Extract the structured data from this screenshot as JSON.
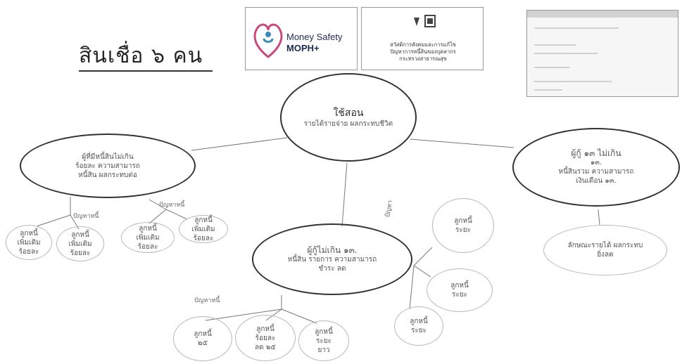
{
  "title": "สินเชื่อ ๖ คน",
  "logos": {
    "money_safety": {
      "line1": "Money Safety",
      "line2": "MOPH+"
    },
    "office": {
      "lines": [
        "สวัสดิการสังคมและการแก้ไข",
        "ปัญหาการหนี้สินของบุคลากร",
        "กระทรวงสาธารณสุข"
      ]
    }
  },
  "center": {
    "label": "ใช้สอน",
    "sub": "รายได้รายจ่าย ผลกระทบชีวิต"
  },
  "left": {
    "lines": [
      "ผู้ที่มีหนี้สินไม่เกิน",
      "ร้อยละ ความสามารถ",
      "หนี้สิน ผลกระทบต่อ"
    ],
    "branches": [
      "ปัญหาหนี้",
      "ปัญหาหนี้"
    ],
    "leaves": [
      [
        "ลูกหนี้",
        "เพิ่มเติม",
        "ร้อยละ"
      ],
      [
        "ลูกหนี้",
        "เพิ่มเติม",
        "ร้อยละ"
      ],
      [
        "ลูกหนี้",
        "เพิ่มเติม",
        "ร้อยละ"
      ],
      [
        "ลูกหนี้",
        "เพิ่มเติม",
        "ร้อยละ"
      ]
    ]
  },
  "right": {
    "lines": [
      "ผู้กู้ ๑๓ ไม่เกิน",
      "๑๓.",
      "หนี้สินรวม ความสามารถ",
      "เงินเดือน ๑๓."
    ],
    "child": [
      "ลักษณะรายได้ ผลกระทบ",
      "ยิ่งลด"
    ]
  },
  "bottom": {
    "lines": [
      "ผู้กู้ไม่เกิน ๑๓.",
      "หนี้สิน รายการ ความสามารถ",
      "ชำระ ลด"
    ],
    "branch_left": "ปัญหาหนี้",
    "branch_up": "ปัญหา",
    "leaves_bottom": [
      [
        "ลูกหนี้",
        "๒๕"
      ],
      [
        "ลูกหนี้",
        "ร้อยละ",
        "ลด ๒๕"
      ],
      [
        "ลูกหนี้",
        "ระยะ",
        "ยาว"
      ]
    ],
    "leaves_right": [
      [
        "ลูกหนี้",
        "ระยะ"
      ],
      [
        "ลูกหนี้",
        "ระยะ"
      ],
      [
        "ลูกหนี้",
        "ระยะ"
      ]
    ]
  }
}
